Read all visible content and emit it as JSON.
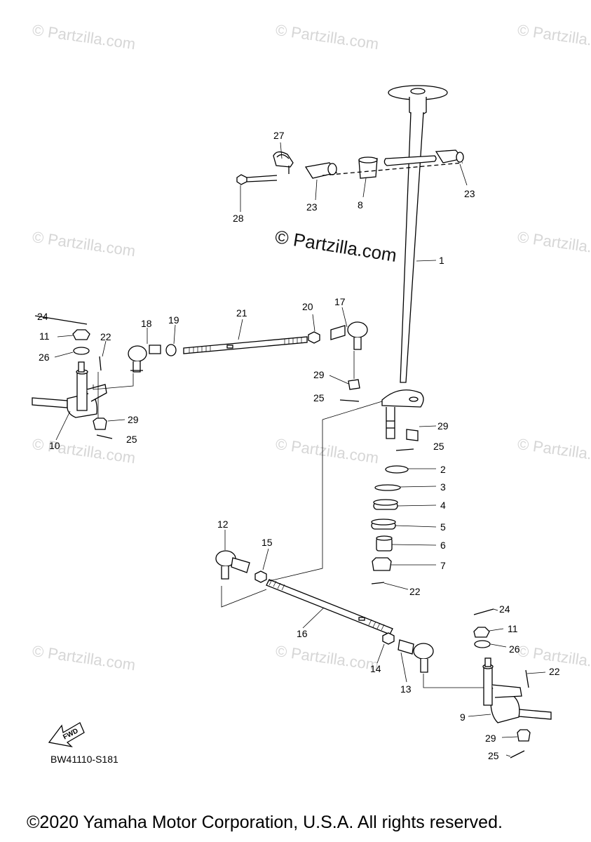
{
  "watermark": "© Partzilla.com",
  "center_watermark": "© Partzilla.com",
  "diagram_code": "BW41110-S181",
  "fwd_label": "FWD",
  "copyright": "©2020 Yamaha Motor Corporation, U.S.A. All rights reserved.",
  "callouts": [
    "1",
    "2",
    "3",
    "4",
    "5",
    "6",
    "7",
    "22",
    "23",
    "23",
    "8",
    "27",
    "28",
    "21",
    "17",
    "20",
    "18",
    "19",
    "24",
    "11",
    "22",
    "26",
    "29",
    "25",
    "10",
    "29",
    "29",
    "25",
    "25",
    "12",
    "15",
    "16",
    "14",
    "13",
    "24",
    "11",
    "26",
    "22",
    "9",
    "29",
    "25"
  ]
}
